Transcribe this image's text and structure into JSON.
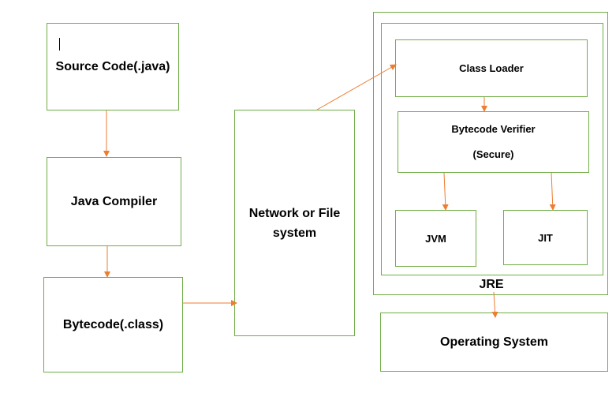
{
  "boxes": {
    "source_code": "Source Code(.java)",
    "java_compiler": "Java Compiler",
    "bytecode": "Bytecode(.class)",
    "network_line1": "Network or File",
    "network_line2": "system",
    "class_loader": "Class Loader",
    "verifier_line1": "Bytecode Verifier",
    "verifier_line2": "(Secure)",
    "jvm": "JVM",
    "jit": "JIT",
    "jre": "JRE",
    "operating_system": "Operating System"
  },
  "colors": {
    "box_border": "#70ad47",
    "arrow": "#ed7d31"
  }
}
